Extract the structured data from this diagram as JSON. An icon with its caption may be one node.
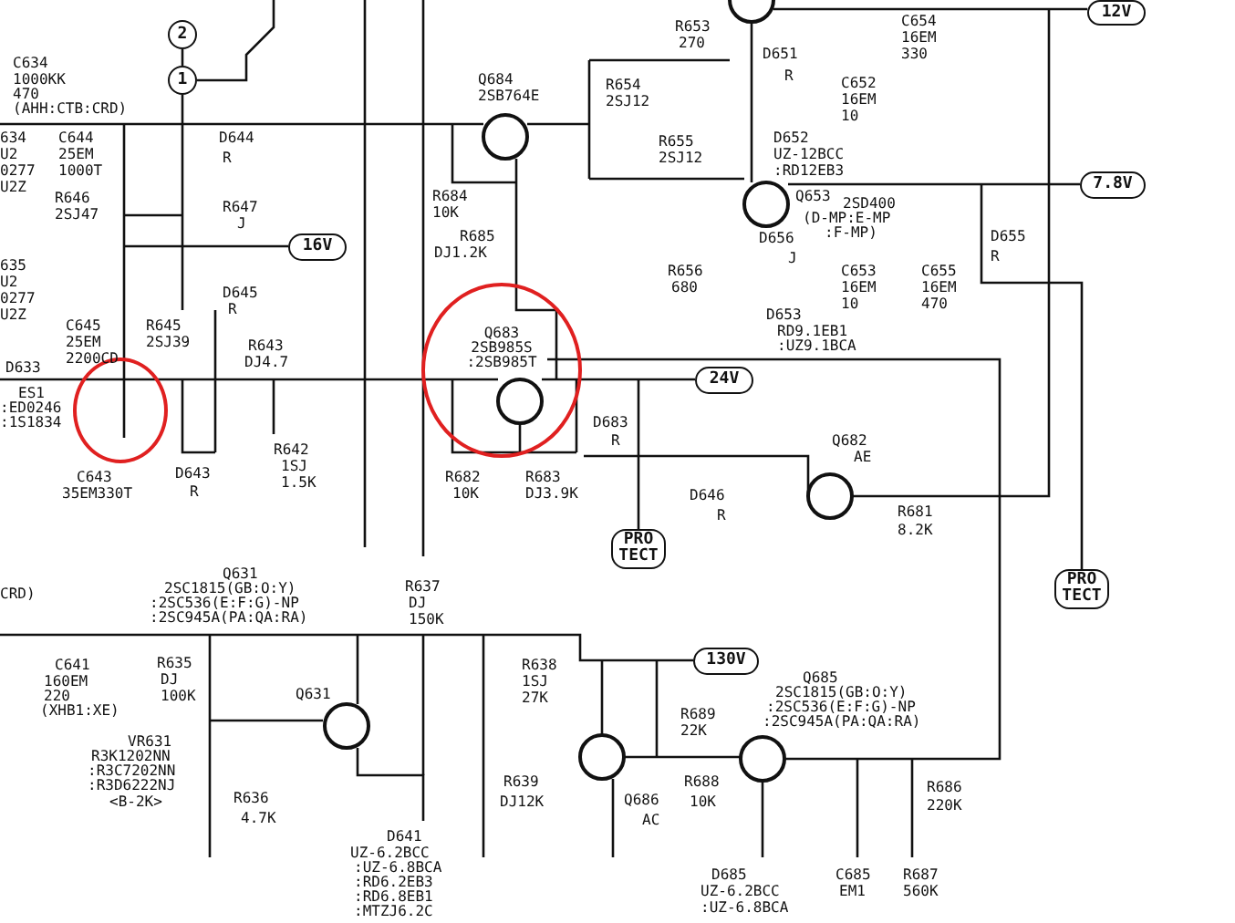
{
  "diagram": {
    "nodes": [
      {
        "text": [
          "2"
        ]
      },
      {
        "text": [
          "1"
        ]
      },
      {
        "text": [
          "16V"
        ]
      },
      {
        "text": [
          "12V"
        ]
      },
      {
        "text": [
          "7.8V"
        ]
      },
      {
        "text": [
          "24V"
        ]
      },
      {
        "text": [
          "PRO TECT"
        ]
      },
      {
        "text": [
          "PRO TECT"
        ]
      },
      {
        "text": [
          "130V"
        ]
      },
      {
        "text": [
          "Q683",
          "2SB985S",
          ":2SB985T"
        ]
      },
      {
        "text": [],
        "shape": "circle"
      }
    ],
    "edges": [
      {
        "from": 0,
        "to": 1,
        "arrow": "none"
      }
    ],
    "labels": [
      "C654",
      "16EM",
      "330",
      "R653",
      "270",
      "D651",
      "R",
      "C634",
      "1000KK",
      "470",
      "(AHH:CTB:CRD)",
      "Q684",
      "2SB764E",
      "R654",
      "2SJ12",
      "C652",
      "16EM",
      "10",
      "634",
      "C644",
      "D644",
      "U2",
      "25EM",
      "R",
      "R655",
      "2SJ12",
      "0277",
      "1000T",
      "D652",
      "UZ-12BCC",
      ":RD12EB3",
      "U2Z",
      "Q653",
      "2SD400",
      "(D-MP:E-MP",
      ":F-MP)",
      "R646",
      "2SJ47",
      "R684",
      "10K",
      "R647",
      "J",
      "R685",
      "DJ1.2K",
      "D656",
      "J",
      "635",
      "U2",
      "R656",
      "680",
      "C653",
      "16EM",
      "10",
      "C655",
      "16EM",
      "470",
      "D655",
      "R",
      "D645",
      "0277",
      "U2Z",
      "R",
      "D653",
      "RD9.1EB1",
      ":UZ9.1BCA",
      "C645",
      "25EM",
      "2200CD",
      "R645",
      "2SJ39",
      "R643",
      "DJ4.7",
      "D633",
      "ES1",
      ":ED0246",
      ":1S1834",
      "D683",
      "R",
      "Q682",
      "AE",
      "R642",
      "C643",
      "D643",
      "1SJ",
      "R682",
      "R683",
      "D646",
      "R",
      "35EM330T",
      "R",
      "1.5K",
      "10K",
      "DJ3.9K",
      "R681",
      "8.2K",
      "Q631",
      "2SC1815(GB:O:Y)",
      "R637",
      "CRD)",
      ":2SC536(E:F:G)-NP",
      "DJ",
      ":2SC945A(PA:QA:RA)",
      "150K",
      "C641",
      "R635",
      "R638",
      "160EM",
      "DJ",
      "1SJ",
      "Q685",
      "220",
      "100K",
      "Q631",
      "27K",
      "2SC1815(GB:O:Y)",
      "(XHB1:XE)",
      "R689",
      ":2SC536(E:F:G)-NP",
      "22K",
      ":2SC945A(PA:QA:RA)",
      "VR631",
      "R3K1202NN",
      ":R3C7202NN",
      ":R3D6222NJ",
      "<B-2K>",
      "R639",
      "R688",
      "R686",
      "R636",
      "DJ12K",
      "Q686",
      "10K",
      "220K",
      "4.7K",
      "AC",
      "D641",
      "UZ-6.2BCC",
      ":UZ-6.8BCA",
      ":RD6.2EB3",
      ":RD6.8EB1",
      ":MTZJ6.2C",
      "D685",
      "C685",
      "R687",
      "UZ-6.2BCC",
      "EM1",
      "560K",
      ":UZ-6.8BCA"
    ]
  }
}
